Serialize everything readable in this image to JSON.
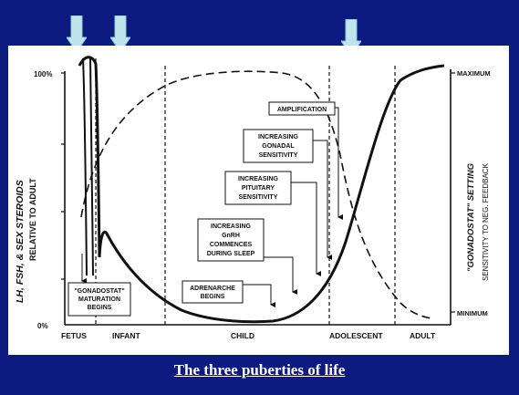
{
  "caption": "The three puberties of life",
  "axis": {
    "left_top": "100%",
    "left_bottom": "0%",
    "left_label_line1": "LH, FSH, & SEX STEROIDS",
    "left_label_line2": "RELATIVE TO ADULT",
    "right_top": "MAXIMUM",
    "right_bottom": "MINIMUM",
    "right_label_line1": "\"GONADOSTAT\" SETTING",
    "right_label_line2": "SENSITIVITY TO NEG. FEEDBACK"
  },
  "stages": [
    "FETUS",
    "INFANT",
    "CHILD",
    "ADOLESCENT",
    "ADULT"
  ],
  "annotations": {
    "gonadostat": [
      "\"GONADOSTAT\"",
      "MATURATION",
      "BEGINS"
    ],
    "adrenarche": [
      "ADRENARCHE",
      "BEGINS"
    ],
    "gnrh": [
      "INCREASING",
      "GnRH",
      "COMMENCES",
      "DURING SLEEP"
    ],
    "pituitary": [
      "INCREASING",
      "PITUITARY",
      "SENSITIVITY"
    ],
    "gonadal": [
      "INCREASING",
      "GONADAL",
      "SENSITIVITY"
    ],
    "amplification": [
      "AMPLIFICATION"
    ]
  },
  "highlight_color": "#bfe4ec",
  "background_color": "#0d1a80"
}
